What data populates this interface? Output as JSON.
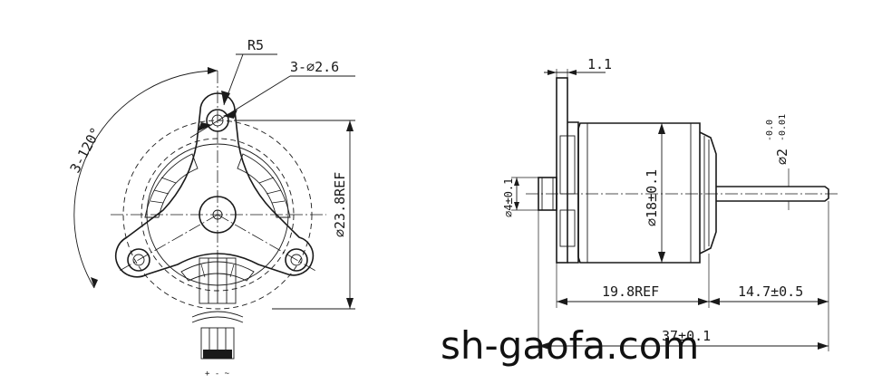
{
  "front_view": {
    "radius_label": "R5",
    "hole_label": "3-⌀2.6",
    "angle_label": "3-120°",
    "diameter_label": "⌀23.8REF",
    "lead_label": "+ - ~"
  },
  "side_view": {
    "flange_thickness_label": "1.1",
    "shaft_diameter_label": "⌀2",
    "shaft_tol_upper": "-0.0",
    "shaft_tol_lower": "-0.01",
    "hub_diameter_label": "⌀4±0.1",
    "body_diameter_label": "⌀18±0.1",
    "body_length_label": "19.8REF",
    "shaft_length_label": "14.7±0.5",
    "total_length_label": "37±0.1"
  },
  "watermark": {
    "text": "sh-gaofa.com"
  }
}
